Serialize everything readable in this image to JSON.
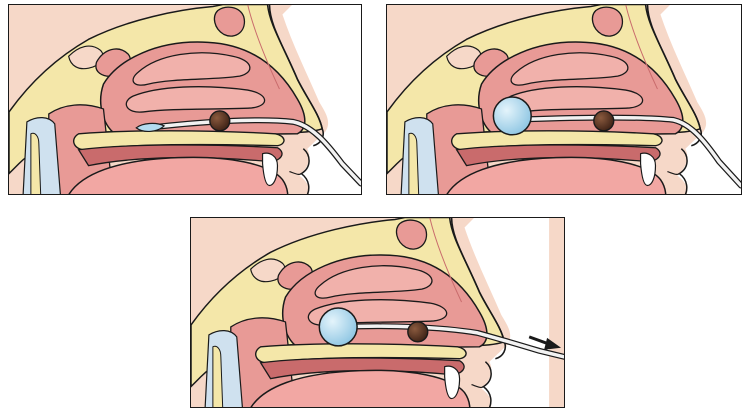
{
  "panels": [
    {
      "id": "step-1",
      "step": "tube-inserted",
      "balloon": "deflated",
      "arrow": false
    },
    {
      "id": "step-2",
      "step": "balloon-inflated",
      "balloon": "inflated",
      "arrow": false
    },
    {
      "id": "step-3",
      "step": "tube-pulled-back",
      "balloon": "inflated",
      "arrow": true
    }
  ],
  "colors": {
    "skin": "#f6d8c8",
    "bone": "#f4e7a9",
    "mucosa": "#e89a96",
    "mucosa_dark": "#c96b6c",
    "tongue": "#f2a7a3",
    "balloon": "#b4dcef",
    "clot": "#5a3322",
    "outline": "#1a1a1a"
  }
}
